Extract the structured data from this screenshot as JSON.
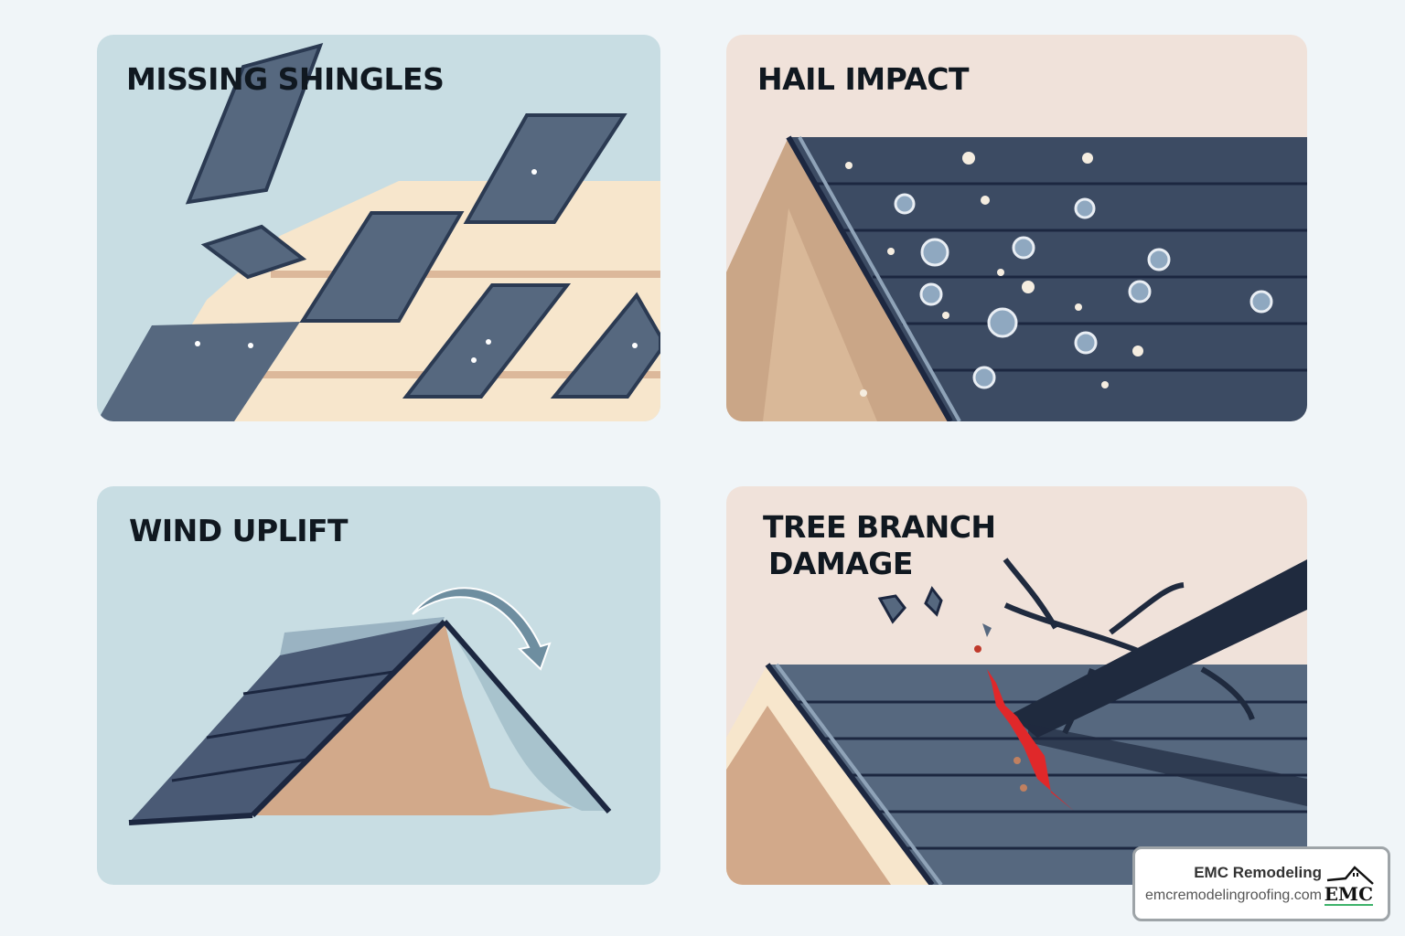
{
  "panels": [
    {
      "id": "missing-shingles",
      "title": "MISSING SHINGLES",
      "background": "#c8dde3"
    },
    {
      "id": "hail-impact",
      "title": "HAIL IMPACT",
      "background": "#f0e2da"
    },
    {
      "id": "wind-uplift",
      "title": "WIND UPLIFT",
      "background": "#c8dde3"
    },
    {
      "id": "tree-branch-damage",
      "title_line1": "TREE BRANCH",
      "title_line2": "DAMAGE",
      "background": "#f0e2da"
    }
  ],
  "colors": {
    "shingle": "#56687f",
    "shingle_dark": "#2b3a52",
    "decking": "#f7e6cc",
    "gable": "#d9b898",
    "crack": "#e0282a"
  },
  "badge": {
    "company": "EMC Remodeling",
    "website": "emcremodelingroofing.com",
    "logo_text": "EMC"
  }
}
